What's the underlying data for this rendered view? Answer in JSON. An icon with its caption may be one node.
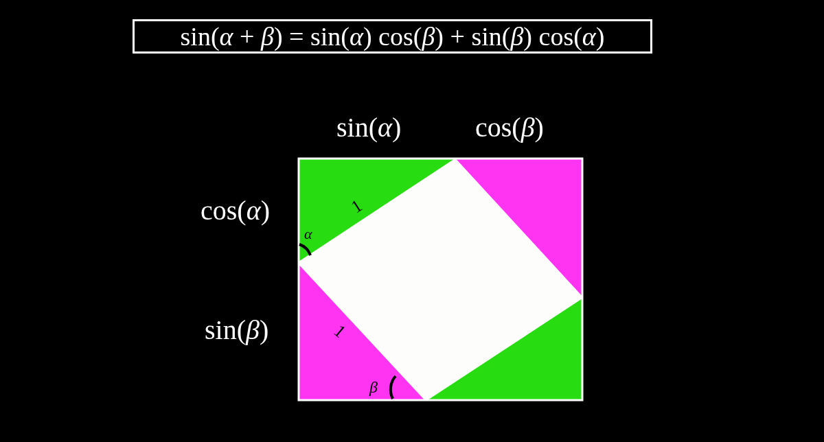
{
  "diagram": {
    "title": "sin(*α* + *β*) = sin(*α*) cos(*β*) + sin(*β*) cos(*α*)",
    "labels": [
      "sin(*α*)",
      "cos(*β*)",
      "cos(*α*)",
      "1",
      "α",
      "sin(*β*)",
      "1",
      "β"
    ]
  }
}
